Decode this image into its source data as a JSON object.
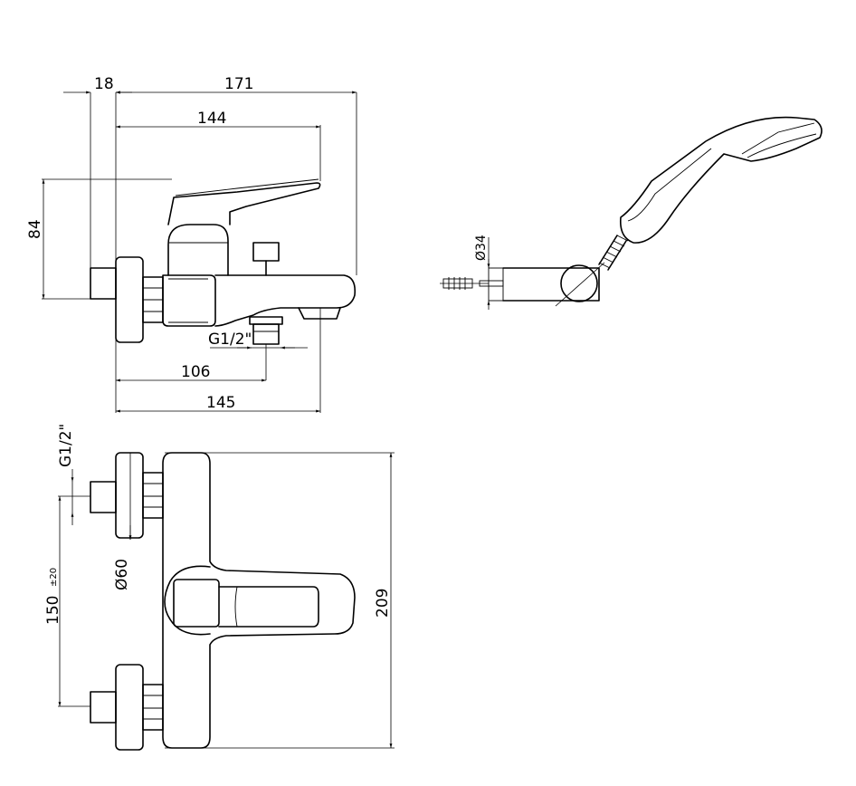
{
  "dimensions": {
    "d18": "18",
    "d171": "171",
    "d144": "144",
    "d84": "84",
    "thread_side": "G1/2\"",
    "d106": "106",
    "d145": "145",
    "d34": "Ø34",
    "thread_top": "G1/2\"",
    "d60": "Ø60",
    "d150": "150",
    "d150_tol": "±20",
    "d209": "209"
  }
}
